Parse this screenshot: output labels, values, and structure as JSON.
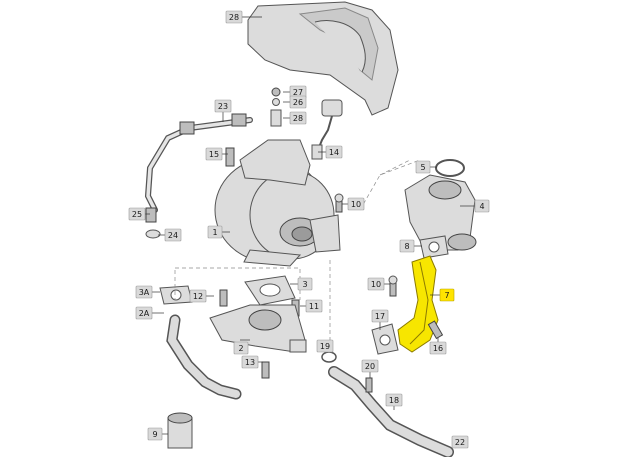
{
  "colors": {
    "background": "#ffffff",
    "part_fill": "#dcdcdc",
    "part_stroke": "#555555",
    "label_tag": "#d9d9d9",
    "highlight": "#f7e600"
  },
  "callouts": [
    {
      "id": "28",
      "text": "28"
    },
    {
      "id": "27",
      "text": "27"
    },
    {
      "id": "26",
      "text": "26"
    },
    {
      "id": "23",
      "text": "23"
    },
    {
      "id": "28b",
      "text": "28"
    },
    {
      "id": "15",
      "text": "15"
    },
    {
      "id": "14",
      "text": "14"
    },
    {
      "id": "5",
      "text": "5"
    },
    {
      "id": "4",
      "text": "4"
    },
    {
      "id": "10b",
      "text": "10"
    },
    {
      "id": "1",
      "text": "1"
    },
    {
      "id": "25",
      "text": "25"
    },
    {
      "id": "24",
      "text": "24"
    },
    {
      "id": "8",
      "text": "8"
    },
    {
      "id": "3",
      "text": "3"
    },
    {
      "id": "3A",
      "text": "3A"
    },
    {
      "id": "12",
      "text": "12"
    },
    {
      "id": "10",
      "text": "10"
    },
    {
      "id": "7",
      "text": "7"
    },
    {
      "id": "11",
      "text": "11"
    },
    {
      "id": "2A",
      "text": "2A"
    },
    {
      "id": "17",
      "text": "17"
    },
    {
      "id": "16",
      "text": "16"
    },
    {
      "id": "2",
      "text": "2"
    },
    {
      "id": "19",
      "text": "19"
    },
    {
      "id": "13",
      "text": "13"
    },
    {
      "id": "20",
      "text": "20"
    },
    {
      "id": "18",
      "text": "18"
    },
    {
      "id": "9",
      "text": "9"
    },
    {
      "id": "22",
      "text": "22"
    }
  ],
  "highlighted_part": "7"
}
